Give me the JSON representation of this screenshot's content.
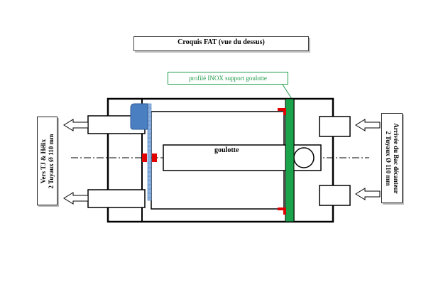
{
  "title": "Croquis FAT (vue du dessus)",
  "callout": "profilé INOX support goulotte",
  "goulotte_label": "goulotte",
  "left_box": {
    "line1": "Vers TJ & Hélix",
    "line2": "2 Tuyaux Ø 110 mm"
  },
  "right_box": {
    "line1": "Arrivée du Bac décanteur",
    "line2": "2 Tuyaux Ø 110 mm"
  },
  "colors": {
    "green": "#1aa34a",
    "red": "#e00000",
    "blue": "#4a7fc1",
    "light_blue": "#8fb3e0",
    "line": "#000000"
  }
}
